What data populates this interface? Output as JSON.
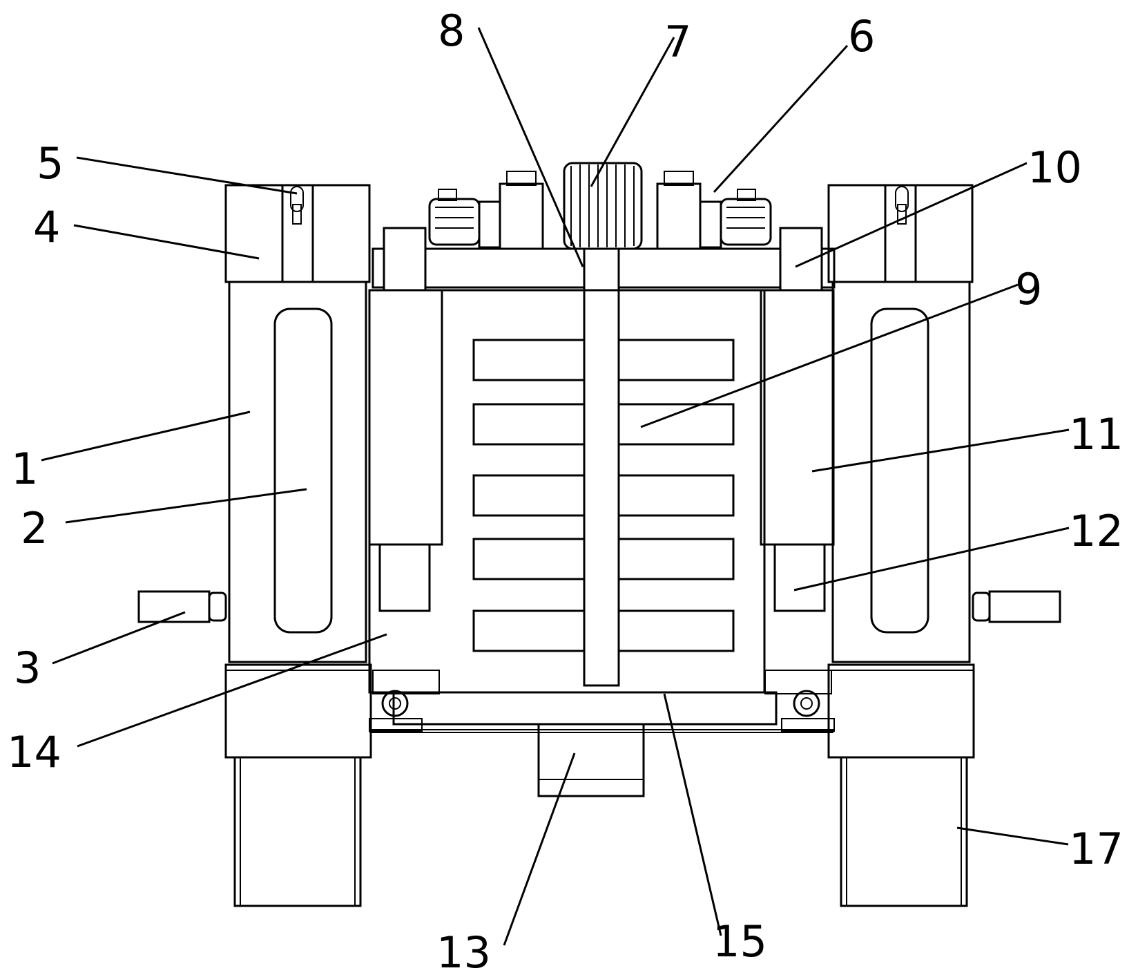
{
  "callouts": {
    "c1": "1",
    "c2": "2",
    "c3": "3",
    "c4": "4",
    "c5": "5",
    "c6": "6",
    "c7": "7",
    "c8": "8",
    "c9": "9",
    "c10": "10",
    "c11": "11",
    "c12": "12",
    "c13": "13",
    "c14": "14",
    "c15": "15",
    "c17": "17"
  },
  "colors": {
    "line": "#000000",
    "background": "#ffffff"
  }
}
